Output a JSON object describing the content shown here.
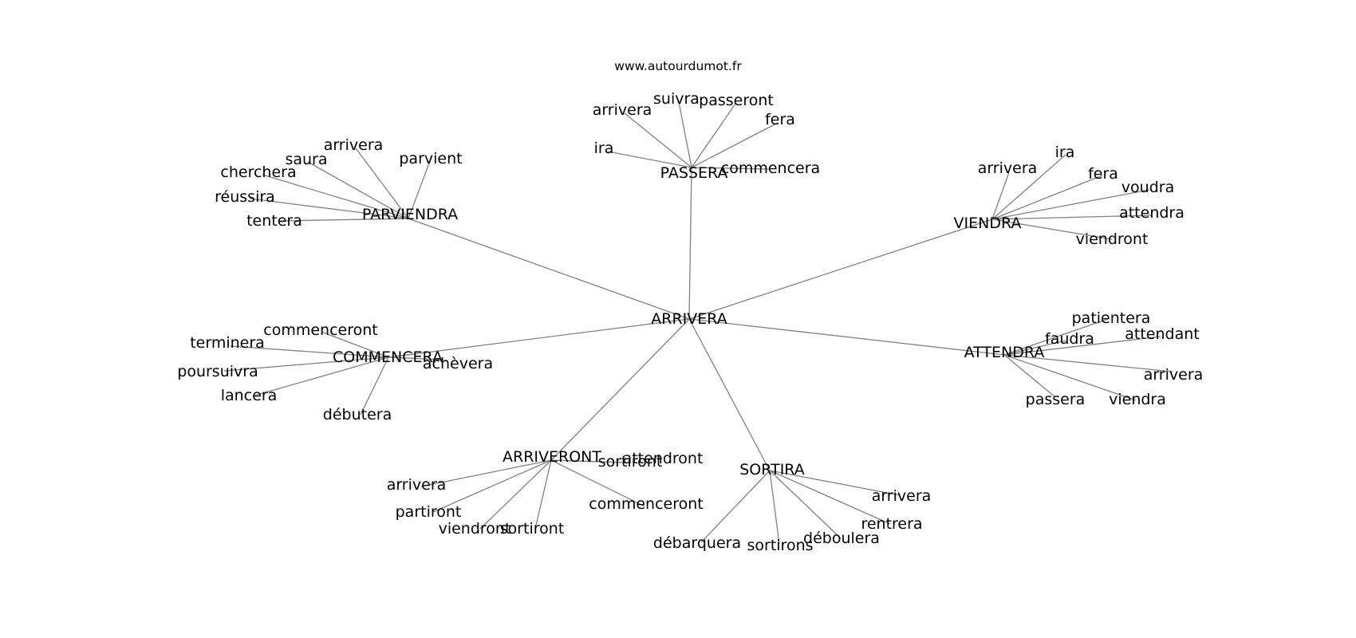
{
  "credit": "www.autourdumot.fr",
  "colors": {
    "edge": "#808080",
    "text": "#000000",
    "background": "#ffffff"
  },
  "graph": {
    "root": "ARRIVERA",
    "hubs": [
      {
        "word": "PASSERA",
        "leaves": [
          "arrivera",
          "suivra",
          "passeront",
          "fera",
          "ira",
          "commencera"
        ]
      },
      {
        "word": "PARVIENDRA",
        "leaves": [
          "arrivera",
          "saura",
          "cherchera",
          "parvient",
          "réussira",
          "tentera"
        ]
      },
      {
        "word": "VIENDRA",
        "leaves": [
          "arrivera",
          "ira",
          "fera",
          "voudra",
          "attendra",
          "viendront"
        ]
      },
      {
        "word": "COMMENCERA",
        "leaves": [
          "commenceront",
          "terminera",
          "poursuivra",
          "achèvera",
          "lancera",
          "débutera"
        ]
      },
      {
        "word": "ATTENDRA",
        "leaves": [
          "patientera",
          "faudra",
          "attendant",
          "arrivera",
          "passera",
          "viendra"
        ]
      },
      {
        "word": "ARRIVERONT",
        "leaves": [
          "attendront",
          "sortiront",
          "arrivera",
          "partiront",
          "viendront",
          "sortiront",
          "commenceront"
        ]
      },
      {
        "word": "SORTIRA",
        "leaves": [
          "arrivera",
          "rentrera",
          "déboulera",
          "sortirons",
          "débarquera"
        ]
      }
    ]
  }
}
